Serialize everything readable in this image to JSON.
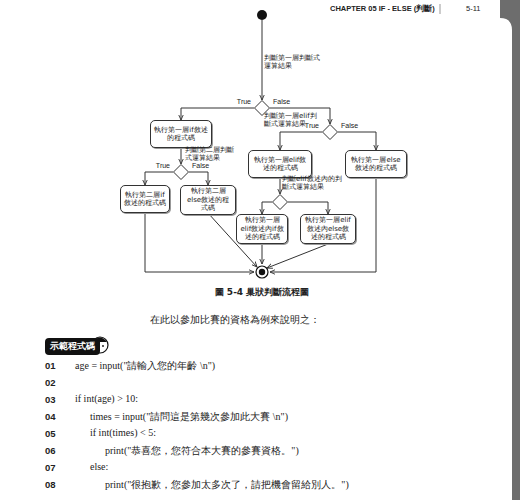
{
  "diagram": {
    "caption": "圖 5-4 巢狀判斷流程圖",
    "nodes": [
      {
        "text": [
          "判斷第一層判斷式運算結果"
        ]
      },
      {
        "text": [
          "執行第一層if敘述的程式碼"
        ]
      },
      {
        "text": [
          "判斷第一層elif判斷式運算結果"
        ]
      },
      {
        "text": [
          "執行第一層elif敘述的程式碼"
        ]
      },
      {
        "text": [
          "執行第一層else敘述的程式碼"
        ]
      },
      {
        "text": [
          "判斷第二層判斷式運算結果"
        ]
      },
      {
        "text": [
          "執行第二層if敘述的程式碼"
        ]
      },
      {
        "text": [
          "執行第二層else敘述的程式碼"
        ]
      },
      {
        "text": [
          "判斷elif敘述內的判斷式運算結果"
        ]
      },
      {
        "text": [
          "執行第一層elif敘述內if敘述的程式碼"
        ]
      },
      {
        "text": [
          "執行第一層elif敘述內else敘述的程式碼"
        ]
      }
    ],
    "edges": [
      {
        "from": 0,
        "to": 1,
        "arrow": "to",
        "label": "True"
      },
      {
        "from": 0,
        "to": 2,
        "arrow": "to",
        "label": "False"
      },
      {
        "from": 2,
        "to": 3,
        "arrow": "to",
        "label": "True"
      },
      {
        "from": 2,
        "to": 4,
        "arrow": "to",
        "label": "False"
      },
      {
        "from": 1,
        "to": 5,
        "arrow": "to"
      },
      {
        "from": 5,
        "to": 6,
        "arrow": "to",
        "label": "True"
      },
      {
        "from": 5,
        "to": 7,
        "arrow": "to",
        "label": "False"
      },
      {
        "from": 3,
        "to": 8,
        "arrow": "to"
      },
      {
        "from": 8,
        "to": 9,
        "arrow": "to"
      },
      {
        "from": 8,
        "to": 10,
        "arrow": "to"
      }
    ],
    "labels": [
      "CHAPTER 05 IF - ELSE (判斷)",
      "5-11",
      "在此以參加比賽的資格為例來說明之：",
      "示範程式碼",
      "01",
      "age = input(\"請輸入您的年齡 \\n\")",
      "02",
      "03",
      "if int(age) > 10:",
      "04",
      "times = input(\"請問這是第幾次參加此大賽 \\n\")",
      "05",
      "if int(times) < 5:",
      "06",
      "print(\"恭喜您，您符合本大賽的參賽資格。\")",
      "07",
      "else:",
      "08",
      "print(\"很抱歉，您參加太多次了，請把機會留給別人。\")"
    ]
  }
}
